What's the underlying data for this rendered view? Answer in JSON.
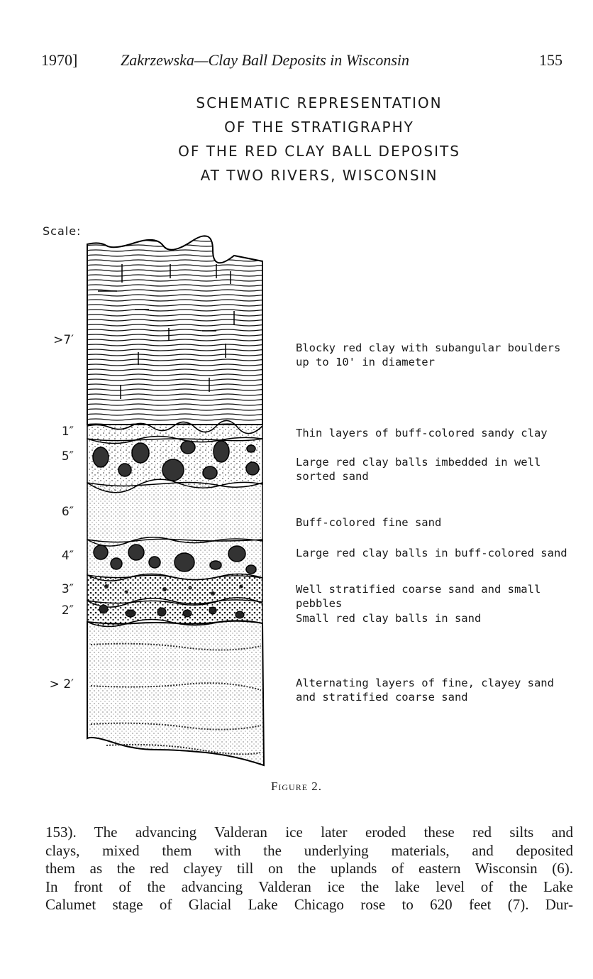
{
  "header": {
    "left": "1970]",
    "center": "Zakrzewska—Clay Ball Deposits in Wisconsin",
    "right": "155"
  },
  "figure": {
    "title_lines": [
      "SCHEMATIC  REPRESENTATION",
      "OF  THE  STRATIGRAPHY",
      "OF THE  RED  CLAY  BALL DEPOSITS",
      "AT  TWO  RIVERS,  WISCONSIN"
    ],
    "scale_label": "Scale:",
    "layers": [
      {
        "thickness": ">7′",
        "description": "Blocky red clay with subangular boulders up to 10' in diameter"
      },
      {
        "thickness": "1″",
        "description": "Thin layers of buff-colored sandy clay"
      },
      {
        "thickness": "5″",
        "description": "Large red clay balls imbedded in well sorted sand"
      },
      {
        "thickness": "6″",
        "description": "Buff-colored fine sand"
      },
      {
        "thickness": "4″",
        "description": "Large red clay balls in buff-colored sand"
      },
      {
        "thickness": "3″",
        "description": "Well stratified coarse sand and small pebbles"
      },
      {
        "thickness": "2″",
        "description": "Small red clay balls in sand"
      },
      {
        "thickness": "> 2′",
        "description": "Alternating layers of fine, clayey sand and stratified coarse sand"
      }
    ],
    "caption": "Figure 2."
  },
  "body_lines": [
    "153). The advancing Valderan ice later eroded these red silts and",
    "clays, mixed them with the underlying materials, and deposited",
    "them as the red clayey till on the uplands of eastern Wisconsin (6).",
    "In front of the advancing Valderan ice the lake level of the Lake",
    "Calumet stage of Glacial Lake Chicago rose to 620 feet (7). Dur-"
  ]
}
